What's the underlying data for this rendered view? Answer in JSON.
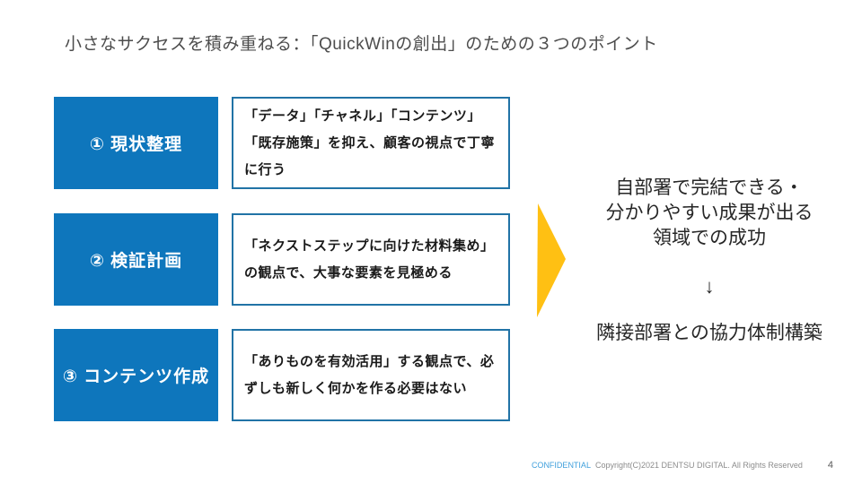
{
  "slide": {
    "title": "小さなサクセスを積み重ねる：「QuickWinの創出」のための３つのポイント",
    "rows": [
      {
        "label": "① 現状整理",
        "description": "「データ」「チャネル」「コンテンツ」「既存施策」を抑え、顧客の視点で丁寧に行う"
      },
      {
        "label": "② 検証計画",
        "description": "「ネクストステップに向けた材料集め」の観点で、大事な要素を見極める"
      },
      {
        "label": "③ コンテンツ作成",
        "description": "「ありものを有効活用」する観点で、必ずしも新しく何かを作る必要はない"
      }
    ],
    "outcome": {
      "line1": "自部署で完結できる・",
      "line2": "分かりやすい成果が出る",
      "line3": "領域での成功",
      "down_arrow": "↓",
      "line4": "隣接部署との協力体制構築"
    },
    "footer": {
      "confidential": "CONFIDENTIAL",
      "copyright": "Copyright(C)2021  DENTSU DIGITAL. All Rights Reserved",
      "page_number": "4"
    },
    "colors": {
      "step_box_blue": "#0e76bc",
      "desc_border_blue": "#2173a6",
      "arrow_yellow": "#ffc013",
      "confidential_blue": "#41a0dc",
      "title_gray": "#4d4d4d"
    }
  }
}
